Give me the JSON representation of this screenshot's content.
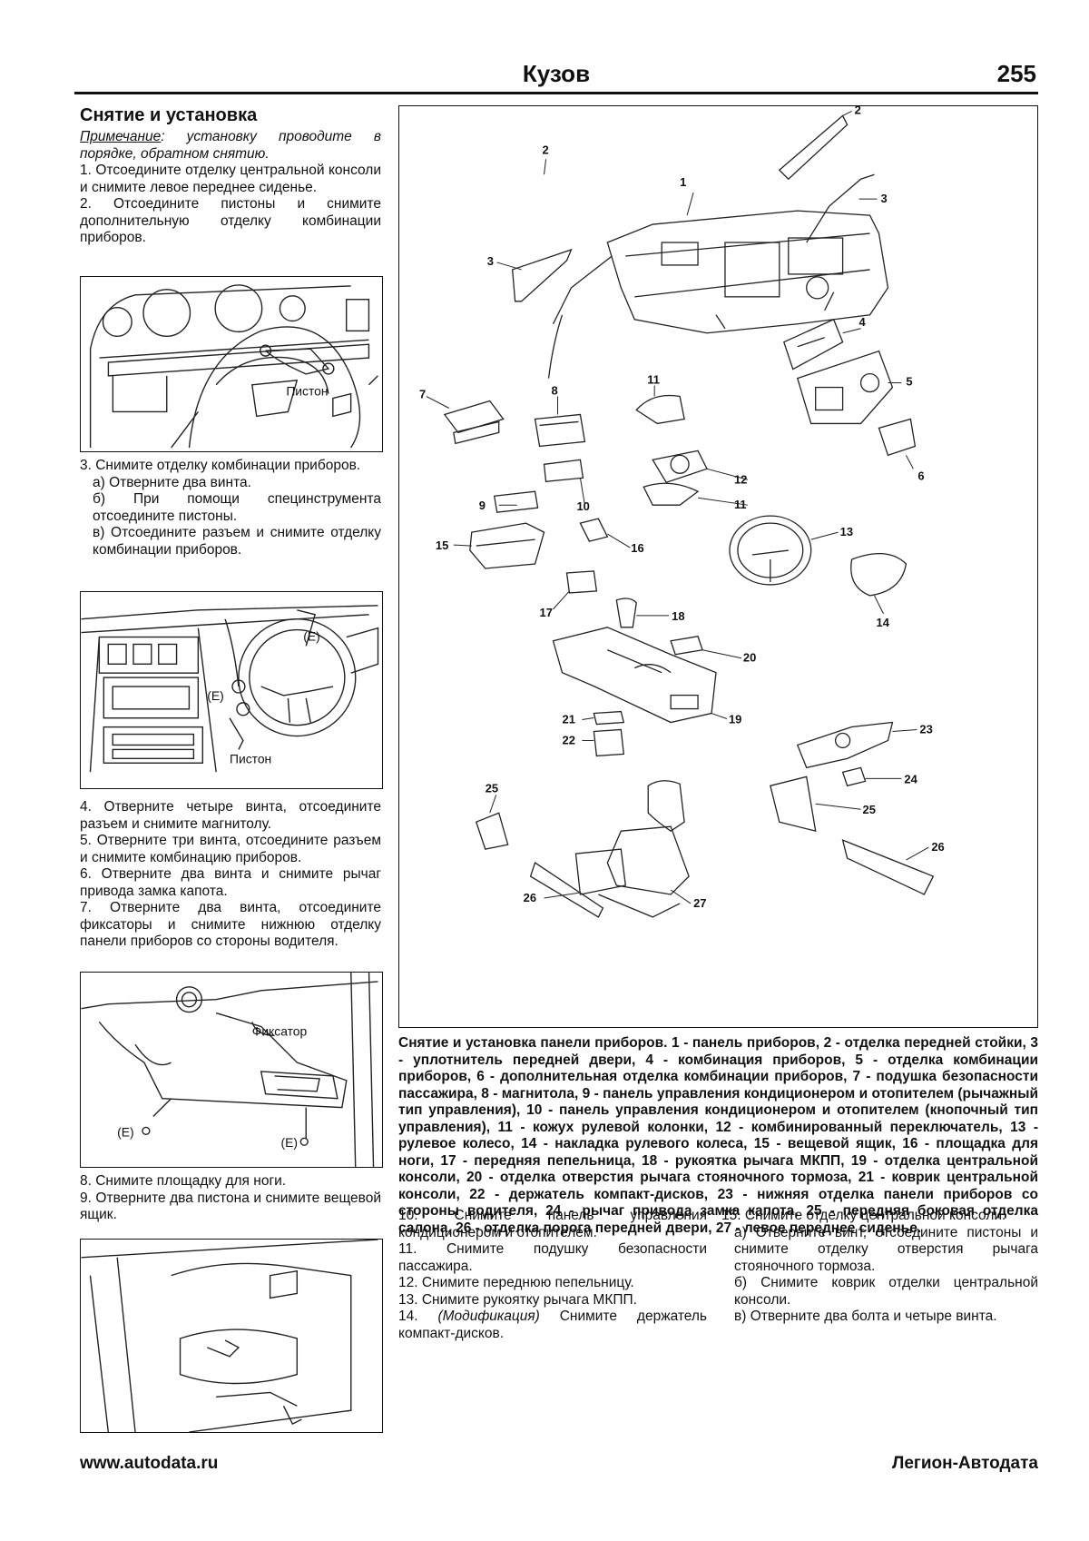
{
  "header": {
    "title": "Кузов",
    "page_number": "255"
  },
  "section_title": "Снятие и установка",
  "intro": {
    "note_label": "Примечание",
    "note_text": ": установку проводите в порядке, обратном снятию.",
    "step1": "1. Отсоедините отделку центральной консоли и снимите левое переднее сиденье.",
    "step2": "2. Отсоедините пистоны и снимите дополнительную отделку комбинации приборов."
  },
  "fig1": {
    "callout_piston": "Пистон"
  },
  "block2": {
    "step3": "3. Снимите отделку комбинации приборов.",
    "step3a": "а) Отверните два винта.",
    "step3b": "б) При помощи специнструмента отсоедините пистоны.",
    "step3c": "в) Отсоедините разъем и снимите отделку комбинации приборов."
  },
  "fig2": {
    "callout_e1": "(E)",
    "callout_e2": "(E)",
    "callout_piston": "Пистон"
  },
  "block3": {
    "step4": "4. Отверните четыре винта, отсоедините разъем и снимите магнитолу.",
    "step5": "5. Отверните три винта, отсоедините разъем и снимите комбинацию приборов.",
    "step6": "6. Отверните два винта и снимите рычаг привода замка капота.",
    "step7": "7. Отверните два винта, отсоедините фиксаторы и снимите нижнюю отделку панели приборов со стороны водителя."
  },
  "fig3": {
    "callout_fixator": "Фиксатор",
    "callout_e1": "(E)",
    "callout_e2": "(E)"
  },
  "block4": {
    "step8": "8. Снимите площадку для ноги.",
    "step9": "9. Отверните два пистона и снимите вещевой ящик."
  },
  "main_figure": {
    "labels": [
      "1",
      "2",
      "2",
      "3",
      "3",
      "4",
      "5",
      "6",
      "7",
      "8",
      "9",
      "10",
      "11",
      "11",
      "12",
      "13",
      "14",
      "15",
      "16",
      "17",
      "18",
      "19",
      "20",
      "21",
      "22",
      "23",
      "24",
      "25",
      "25",
      "26",
      "26",
      "27"
    ]
  },
  "caption": "Снятие и установка панели приборов. 1 - панель приборов, 2 - отделка передней стойки, 3 - уплотнитель передней двери, 4 - комбинация приборов, 5 - отделка комбинации приборов, 6 - дополнительная отделка комбинации приборов, 7 - подушка безопасности пассажира, 8 - магнитола, 9 - панель управления кондиционером и отопителем (рычажный тип управления), 10 - панель управления кондиционером и отопителем (кнопочный тип управления), 11 - кожух рулевой колонки, 12 - комбинированный переключатель, 13 - рулевое колесо, 14 - накладка рулевого колеса, 15 - вещевой ящик, 16 - площадка для ноги, 17 - передняя пепельница, 18 - рукоятка рычага МКПП, 19 - отделка центральной консоли, 20 - отделка отверстия рычага стояночного тормоза, 21 - коврик центральной консоли, 22 - держатель компакт-дисков, 23 - нижняя отделка панели приборов со стороны водителя, 24 - рычаг привода замка капота, 25 - передняя боковая отделка салона, 26 - отделка порога передней двери, 27 - левое переднее сиденье.",
  "bottom_left": {
    "step10": "10. Снимите панель управления кондиционером и отопителем.",
    "step11": "11. Снимите подушку безопасности пассажира.",
    "step12": "12. Снимите переднюю пепельницу.",
    "step13": "13. Снимите рукоятку рычага МКПП.",
    "step14_mod": "(Модификация)",
    "step14_text": " Снимите держатель компакт-дисков."
  },
  "bottom_right": {
    "step15": "15. Снимите отделку центральной консоли.",
    "step15a": "а) Отверните винт, отсоедините пистоны и снимите отделку отверстия рычага стояночного тормоза.",
    "step15b": "б) Снимите коврик отделки центральной консоли.",
    "step15c": "в) Отверните два болта и четыре винта."
  },
  "footer": {
    "left": "www.autodata.ru",
    "right": "Легион-Автодата"
  }
}
